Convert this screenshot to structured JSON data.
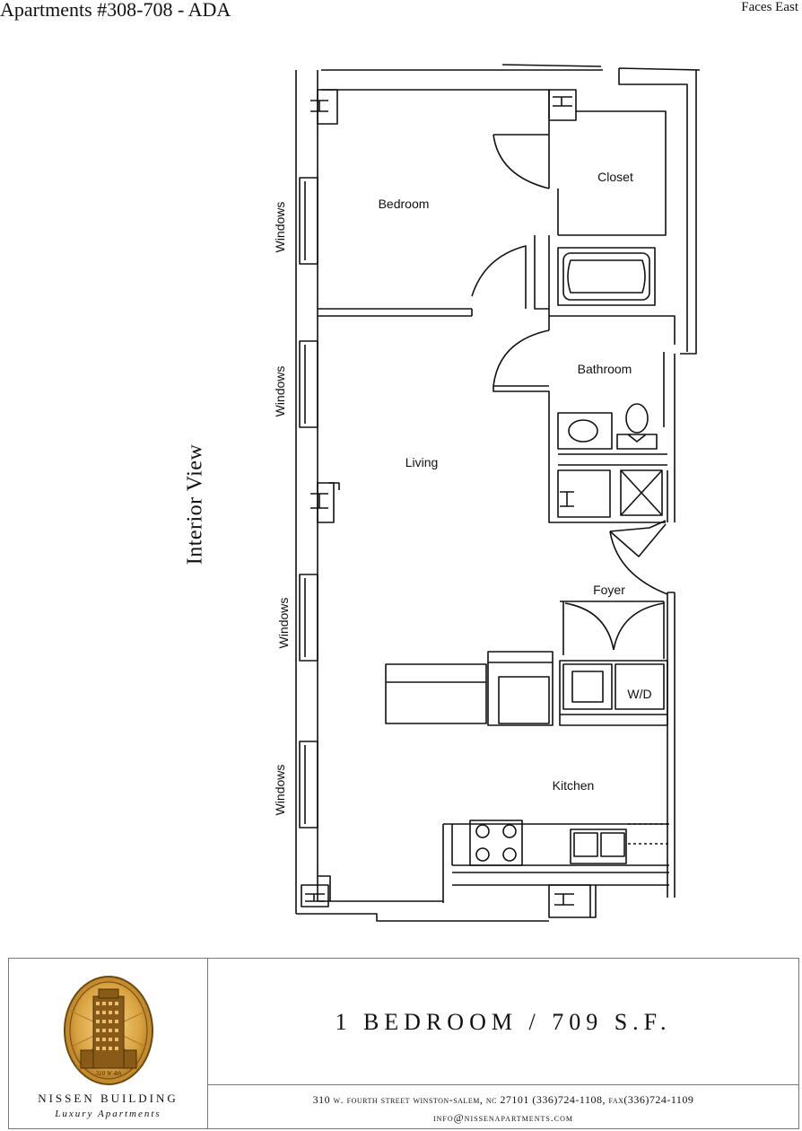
{
  "header": {
    "title": "Apartments #308-708 - ADA",
    "orientation": "Faces East"
  },
  "side_label": "Interior View",
  "rooms": {
    "bedroom": "Bedroom",
    "closet": "Closet",
    "bathroom": "Bathroom",
    "living": "Living",
    "foyer": "Foyer",
    "wd": "W/D",
    "kitchen": "Kitchen",
    "windows": "Windows"
  },
  "footer": {
    "logo_name": "NISSEN BUILDING",
    "logo_tagline": "Luxury Apartments",
    "logo_seal_text": "310 W 4th",
    "unit_size": "1 BEDROOM / 709 S.F.",
    "address": "310 w. fourth street   winston-salem, nc 27101   (336)724-1108, fax(336)724-1109",
    "email": "info@nissenapartments.com"
  }
}
